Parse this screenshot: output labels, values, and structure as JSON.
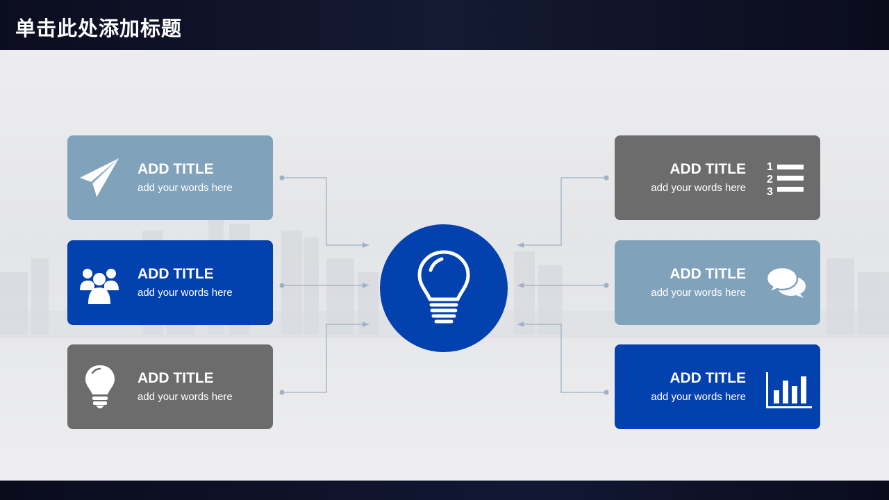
{
  "header": {
    "title": "单击此处添加标题"
  },
  "colors": {
    "blue": "#0241ae",
    "steel": "#80a2bb",
    "gray": "#6c6c6c",
    "connector": "#9fb0c4"
  },
  "left_cards": [
    {
      "title": "ADD TITLE",
      "text": "add your words here",
      "icon": "paper-plane-icon"
    },
    {
      "title": "ADD TITLE",
      "text": "add your words here",
      "icon": "people-group-icon"
    },
    {
      "title": "ADD TITLE",
      "text": "add your words here",
      "icon": "light-bulb-icon"
    }
  ],
  "right_cards": [
    {
      "title": "ADD TITLE",
      "text": "add your words here",
      "icon": "numbered-list-icon"
    },
    {
      "title": "ADD TITLE",
      "text": "add your words here",
      "icon": "speech-bubbles-icon"
    },
    {
      "title": "ADD TITLE",
      "text": "add your words here",
      "icon": "bar-chart-icon"
    }
  ],
  "center": {
    "icon": "light-bulb-icon"
  }
}
